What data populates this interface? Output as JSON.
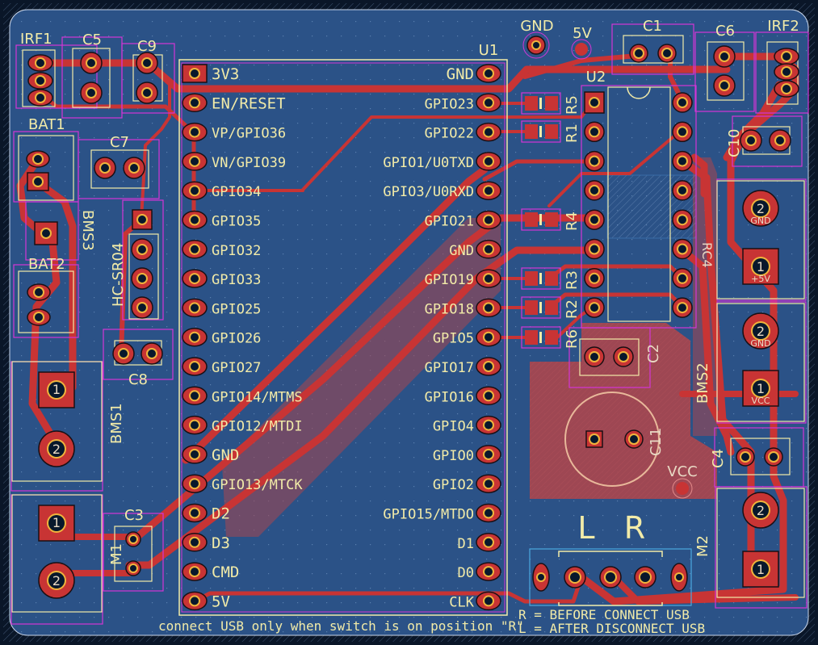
{
  "app": {
    "title": "PCB Layout Editor"
  },
  "colors": {
    "background": "#0a1628",
    "board_fill": "#2b5287",
    "copper_front": "#c83434",
    "silkscreen": "#f2eba8",
    "courtyard": "#d336d6",
    "pad_ring": "#f0b43c",
    "drill": "#08182c",
    "zone_fill": "#a8464e",
    "fab_outline": "#4aa8e0"
  },
  "components": {
    "IRF1": "IRF1",
    "C5": "C5",
    "C9": "C9",
    "C7": "C7",
    "BAT1": "BAT1",
    "BAT2": "BAT2",
    "BMS3": "BMS3",
    "HC_SR04": "HC-SR04",
    "C8": "C8",
    "BMS1": "BMS1",
    "C3": "C3",
    "M1": "M1",
    "U1": "U1",
    "GND_TP": "GND",
    "V5_TP": "5V",
    "C1": "C1",
    "U2": "U2",
    "C6": "C6",
    "IRF2": "IRF2",
    "C10": "C10",
    "R5": "R5",
    "R1": "R1",
    "R4": "R4",
    "R3": "R3",
    "R2": "R2",
    "R6": "R6",
    "C2": "C2",
    "C11": "C11",
    "BMS2": "BMS2",
    "VCC_TP": "VCC",
    "C4": "C4",
    "M2": "M2",
    "RC4": "RC4"
  },
  "u1_left_pins": [
    "3V3",
    "EN/RESET",
    "VP/GPIO36",
    "VN/GPIO39",
    "GPIO34",
    "GPIO35",
    "GPIO32",
    "GPIO33",
    "GPIO25",
    "GPIO26",
    "GPIO27",
    "GPIO14/MTMS",
    "GPIO12/MTDI",
    "GND",
    "GPIO13/MTCK",
    "D2",
    "D3",
    "CMD",
    "5V"
  ],
  "u1_right_pins": [
    "GND",
    "GPIO23",
    "GPIO22",
    "GPIO1/U0TXD",
    "GPIO3/U0RXD",
    "GPIO21",
    "GND",
    "GPIO19",
    "GPIO18",
    "GPIO5",
    "GPIO17",
    "GPIO16",
    "GPIO4",
    "GPIO0",
    "GPIO2",
    "GPIO15/MTDO",
    "D1",
    "D0",
    "CLK"
  ],
  "connector_labels": {
    "top_right_1": "+5V",
    "top_right_2": "GND",
    "mid_right_1": "VCC",
    "mid_right_2": "GND",
    "pin1": "1",
    "pin2": "2"
  },
  "switch_labels": {
    "left": "L",
    "right": "R"
  },
  "notes": {
    "usb_note": "connect USB only when switch is on position \"R\"",
    "r_note": "R = BEFORE CONNECT USB",
    "l_note": "L = AFTER DISCONNECT USB"
  }
}
